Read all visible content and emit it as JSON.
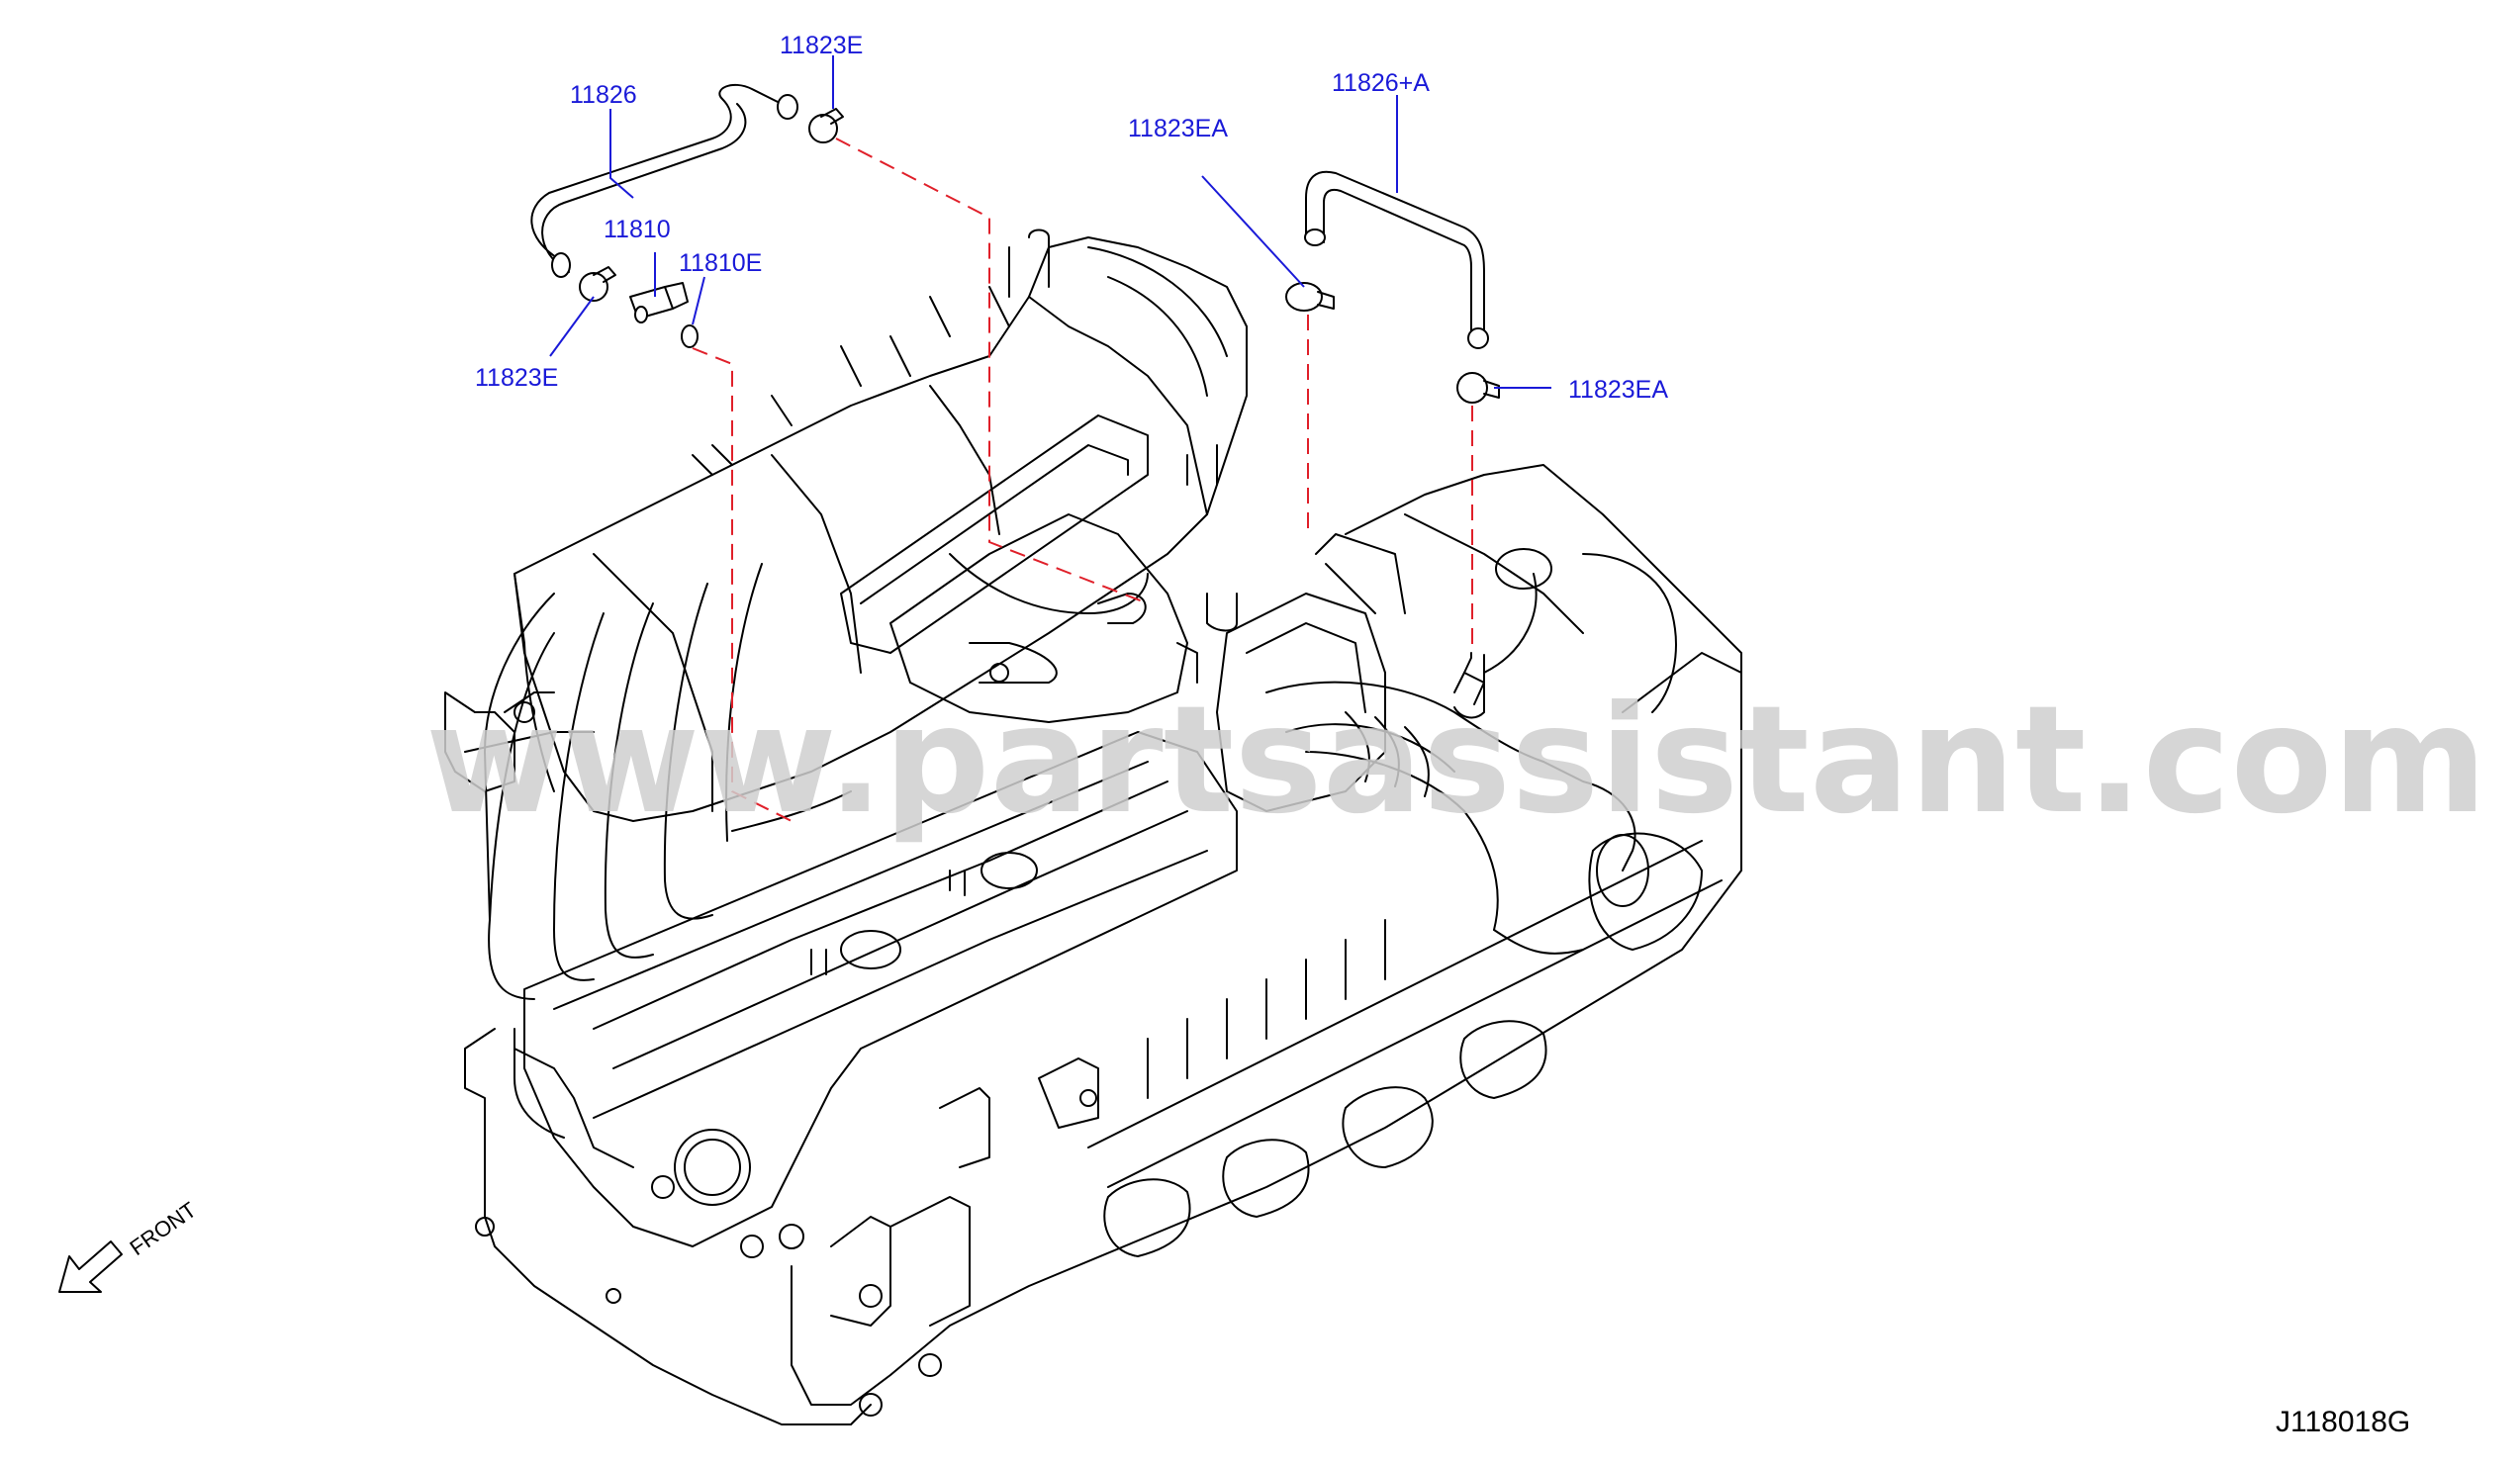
{
  "diagram": {
    "part_labels": {
      "hose_11826": "11826",
      "clamp_11823E_top": "11823E",
      "valve_11810": "11810",
      "gasket_11810E": "11810E",
      "clamp_11823E_bottom": "11823E",
      "clamp_11823EA_top": "11823EA",
      "hose_11826A": "11826+A",
      "clamp_11823EA_right": "11823EA"
    },
    "front_label": "FRONT",
    "drawing_code": "J118018G",
    "watermark": "www.partsassistant.com",
    "colors": {
      "callout": "#1a1ad8",
      "dashed_leader": "#e0202a",
      "line_art": "#000000"
    }
  }
}
